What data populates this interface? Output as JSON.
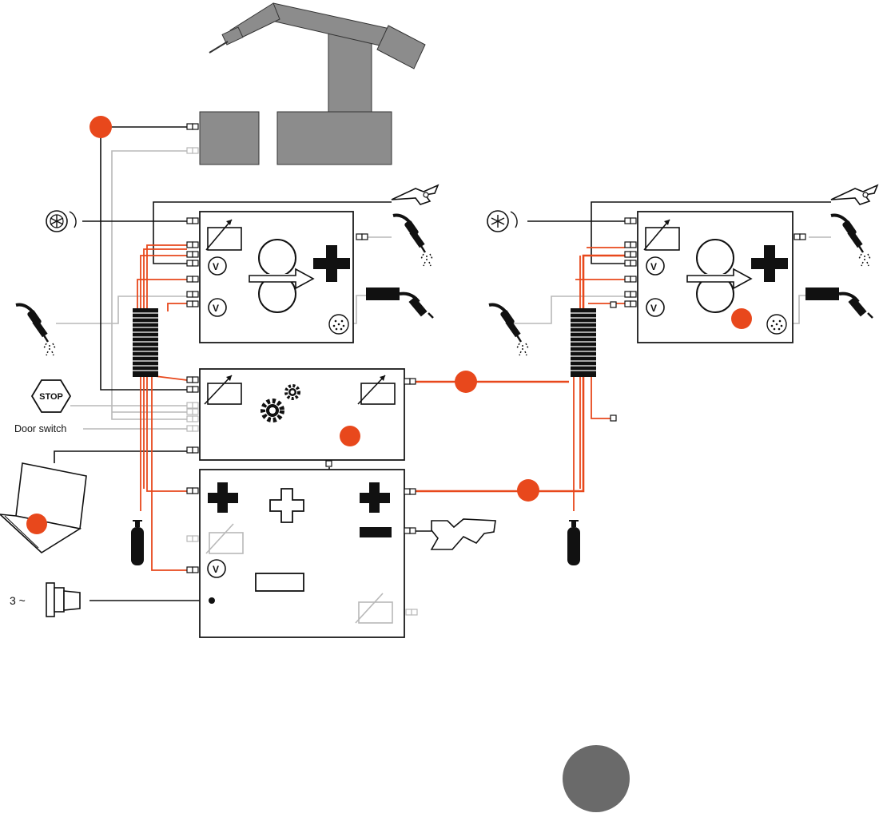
{
  "labels": {
    "stop": "STOP",
    "door_switch": "Door switch",
    "mains": "3 ~",
    "volt": "V"
  },
  "colors": {
    "orange": "#e8481c",
    "black": "#111111",
    "gray_line": "#b8b8b8",
    "robot_gray": "#8c8c8c",
    "dark_circle": "#6a6a6a",
    "box_stroke": "#1a1a1a"
  },
  "icons": {
    "robot": "industrial-robot-arm-icon",
    "fan": "coolant-fan-icon",
    "clamp": "ground-clamp-icon",
    "torch": "welding-torch-icon",
    "gas": "gas-cylinder-icon",
    "gear": "gears-icon",
    "laptop": "laptop-icon",
    "plug": "mains-plug-icon",
    "stop": "stop-button-icon"
  }
}
